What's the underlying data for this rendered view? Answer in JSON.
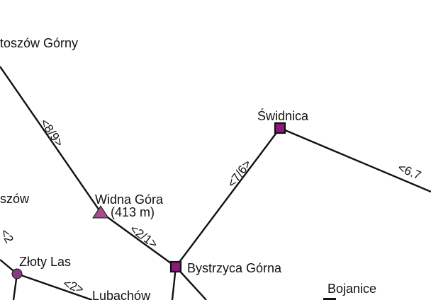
{
  "map": {
    "colors": {
      "route": "#111111",
      "town_marker": "#8b1a7a",
      "peak_marker": "#a04e8c",
      "village_marker": "#8a3a80",
      "background": "#ffffff"
    },
    "places": {
      "top_left": {
        "name": "toszów Górny",
        "marker": "none"
      },
      "swidnica": {
        "name": "Świdnica",
        "marker": "square"
      },
      "widna_gora": {
        "name": "Widna Góra",
        "elevation": "(413 m)",
        "marker": "triangle"
      },
      "bystrzyca": {
        "name": "Bystrzyca Górna",
        "marker": "square"
      },
      "zloty_las": {
        "name": "Złoty Las",
        "marker": "circle"
      },
      "left_mid": {
        "name": "szów",
        "marker": "none"
      },
      "lubachow": {
        "name": "Lubachów",
        "marker": "none"
      },
      "bojanice": {
        "name": "Bojanice",
        "marker": "bar"
      }
    },
    "route_labels": {
      "r89": "<8/9>",
      "r76": "<7/6>",
      "r6": "<6.7",
      "r21": "<2/1>",
      "r2": "<2>",
      "r2_left": "<2"
    }
  }
}
